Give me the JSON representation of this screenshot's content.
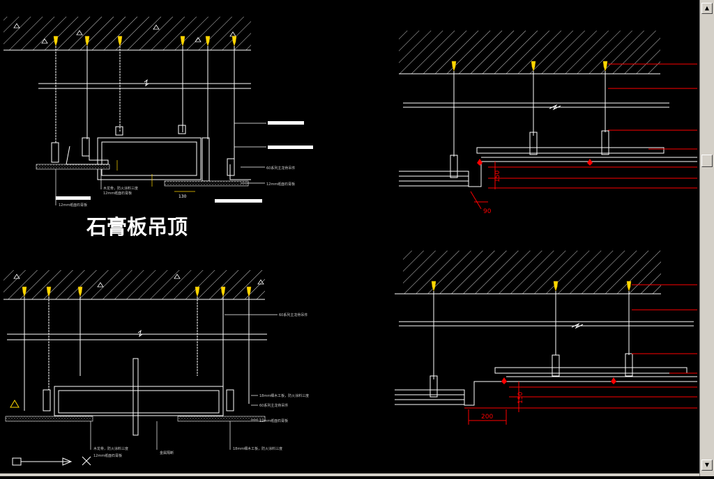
{
  "drawing": {
    "title": "石膏板吊顶",
    "dimensions": {
      "d130": "130",
      "d150_top": "150",
      "d90": "90",
      "d150_bottom": "150",
      "d200": "200"
    },
    "labels_small": {
      "a": "60系列主龙骨吊件",
      "b": "12mm纸面石膏板",
      "c": "木龙骨，防火涂料三度",
      "d": "12mm纸面石膏板",
      "e": "12mm纸面石膏板",
      "f": "60系列主龙骨吊件",
      "g": "18mm细木工板，防火涂料三度",
      "h": "60系列主龙骨吊件",
      "i": "12mm纸面石膏板",
      "j": "木龙骨，防火涂料三度",
      "k": "12mm纸面石膏板",
      "l": "金属隔断",
      "m": "18mm细木工板，防火涂料三度"
    }
  },
  "ui": {
    "scroll_up": "▲",
    "scroll_down": "▼"
  },
  "colors": {
    "background": "#000000",
    "lines": "#ffffff",
    "accent_red": "#ff0000",
    "anchor_yellow": "#ffd700"
  }
}
